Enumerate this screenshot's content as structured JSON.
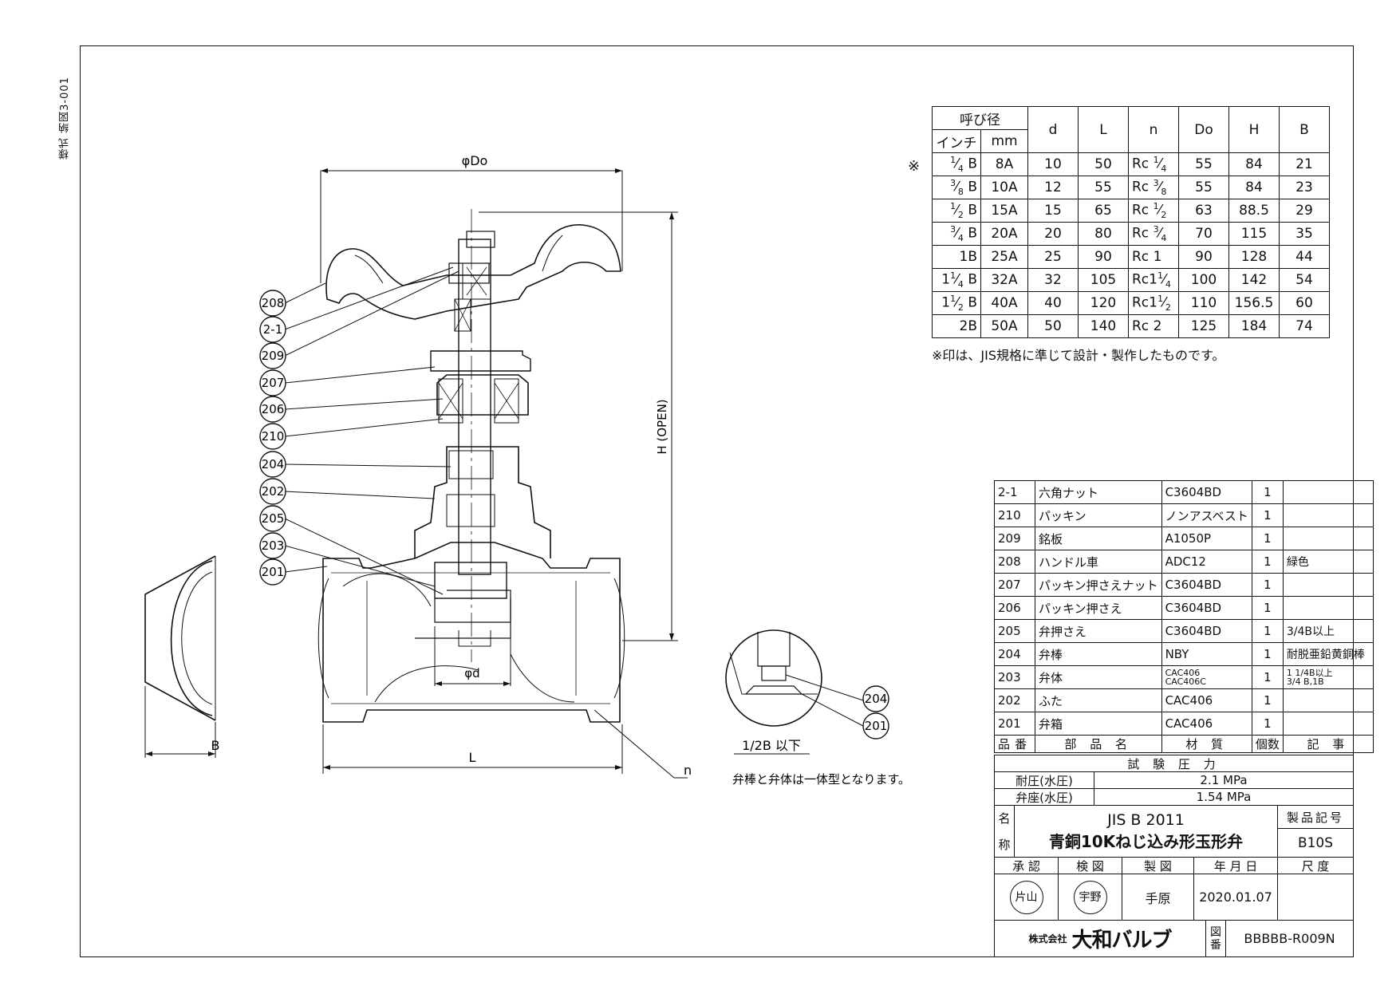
{
  "margin_label": "様式 納図3-001",
  "dimension_table": {
    "header_group": "呼び径",
    "headers": [
      "インチ",
      "mm",
      "d",
      "L",
      "n",
      "Do",
      "H",
      "B"
    ],
    "jis_mark": "※",
    "rows": [
      {
        "inch_n": "1",
        "inch_d": "4",
        "inch_u": "B",
        "mm": "8A",
        "d": "10",
        "L": "50",
        "n_pre": "Rc ",
        "n_num": "1",
        "n_den": "4",
        "Do": "55",
        "H": "84",
        "B": "21"
      },
      {
        "inch_n": "3",
        "inch_d": "8",
        "inch_u": "B",
        "mm": "10A",
        "d": "12",
        "L": "55",
        "n_pre": "Rc ",
        "n_num": "3",
        "n_den": "8",
        "Do": "55",
        "H": "84",
        "B": "23"
      },
      {
        "inch_n": "1",
        "inch_d": "2",
        "inch_u": "B",
        "mm": "15A",
        "d": "15",
        "L": "65",
        "n_pre": "Rc ",
        "n_num": "1",
        "n_den": "2",
        "Do": "63",
        "H": "88.5",
        "B": "29"
      },
      {
        "inch_n": "3",
        "inch_d": "4",
        "inch_u": "B",
        "mm": "20A",
        "d": "20",
        "L": "80",
        "n_pre": "Rc ",
        "n_num": "3",
        "n_den": "4",
        "Do": "70",
        "H": "115",
        "B": "35"
      },
      {
        "inch_n": "",
        "inch_d": "",
        "inch_u": "1B",
        "mm": "25A",
        "d": "25",
        "L": "90",
        "n_pre": "Rc 1",
        "n_num": "",
        "n_den": "",
        "Do": "90",
        "H": "128",
        "B": "44"
      },
      {
        "inch_n": "1",
        "inch_d": "4",
        "inch_u": "1 B",
        "mm": "32A",
        "d": "32",
        "L": "105",
        "n_pre": "Rc1",
        "n_num": "1",
        "n_den": "4",
        "Do": "100",
        "H": "142",
        "B": "54"
      },
      {
        "inch_n": "1",
        "inch_d": "2",
        "inch_u": "1 B",
        "mm": "40A",
        "d": "40",
        "L": "120",
        "n_pre": "Rc1",
        "n_num": "1",
        "n_den": "2",
        "Do": "110",
        "H": "156.5",
        "B": "60"
      },
      {
        "inch_n": "",
        "inch_d": "",
        "inch_u": "2B",
        "mm": "50A",
        "d": "50",
        "L": "140",
        "n_pre": "Rc 2",
        "n_num": "",
        "n_den": "",
        "Do": "125",
        "H": "184",
        "B": "74"
      }
    ],
    "note": "※印は、JIS規格に準じて設計・製作したものです。"
  },
  "drawing": {
    "dim_do": "φDo",
    "dim_h": "H (OPEN)",
    "dim_d": "φd",
    "dim_l": "L",
    "dim_n": "n",
    "dim_b": "B",
    "balloons": [
      "208",
      "2-1",
      "209",
      "207",
      "206",
      "210",
      "204",
      "202",
      "205",
      "203",
      "201"
    ],
    "detail_balloons": [
      "204",
      "201"
    ],
    "detail_caption": "1/2B 以下",
    "detail_note": "弁棒と弁体は一体型となります。"
  },
  "parts_list": {
    "rows": [
      {
        "no": "2-1",
        "name": "六角ナット",
        "material": "C3604BD",
        "qty": "1",
        "remark": ""
      },
      {
        "no": "210",
        "name": "パッキン",
        "material": "ノンアスベスト",
        "qty": "1",
        "remark": ""
      },
      {
        "no": "209",
        "name": "銘板",
        "material": "A1050P",
        "qty": "1",
        "remark": ""
      },
      {
        "no": "208",
        "name": "ハンドル車",
        "material": "ADC12",
        "qty": "1",
        "remark": "緑色"
      },
      {
        "no": "207",
        "name": "パッキン押さえナット",
        "material": "C3604BD",
        "qty": "1",
        "remark": ""
      },
      {
        "no": "206",
        "name": "パッキン押さえ",
        "material": "C3604BD",
        "qty": "1",
        "remark": ""
      },
      {
        "no": "205",
        "name": "弁押さえ",
        "material": "C3604BD",
        "qty": "1",
        "remark": "3/4B以上"
      },
      {
        "no": "204",
        "name": "弁棒",
        "material": "NBY",
        "qty": "1",
        "remark": "耐脱亜鉛黄銅棒"
      },
      {
        "no": "203",
        "name": "弁体",
        "material": "CAC406",
        "material2": "CAC406C",
        "qty": "1",
        "remark": "1 1/4B以上",
        "remark2": "3/4 B,1B"
      },
      {
        "no": "202",
        "name": "ふた",
        "material": "CAC406",
        "qty": "1",
        "remark": ""
      },
      {
        "no": "201",
        "name": "弁箱",
        "material": "CAC406",
        "qty": "1",
        "remark": ""
      }
    ],
    "headers": [
      "品番",
      "部 品 名",
      "材 質",
      "個数",
      "記 事"
    ]
  },
  "test_pressure": {
    "title": "試 験 圧 力",
    "rows": [
      {
        "label": "耐圧(水圧)",
        "value": "2.1 MPa"
      },
      {
        "label": "弁座(水圧)",
        "value": "1.54 MPa"
      }
    ]
  },
  "title_block": {
    "name_label_1": "名",
    "name_label_2": "称",
    "standard": "JIS B 2011",
    "product_name": "青銅10Kねじ込み形玉形弁",
    "product_code_label": "製品記号",
    "product_code": "B10S",
    "approval_label": "承 認",
    "check_label": "検 図",
    "drawn_label": "製 図",
    "date_label": "年 月 日",
    "scale_label": "尺 度",
    "approval_seal": "片山",
    "check_seal": "宇野",
    "drawn_by": "手原",
    "date": "2020.01.07",
    "company_prefix": "株式会社",
    "company": "大和バルブ",
    "drawing_no_label_1": "図",
    "drawing_no_label_2": "番",
    "drawing_no": "BBBBB-R009N"
  }
}
